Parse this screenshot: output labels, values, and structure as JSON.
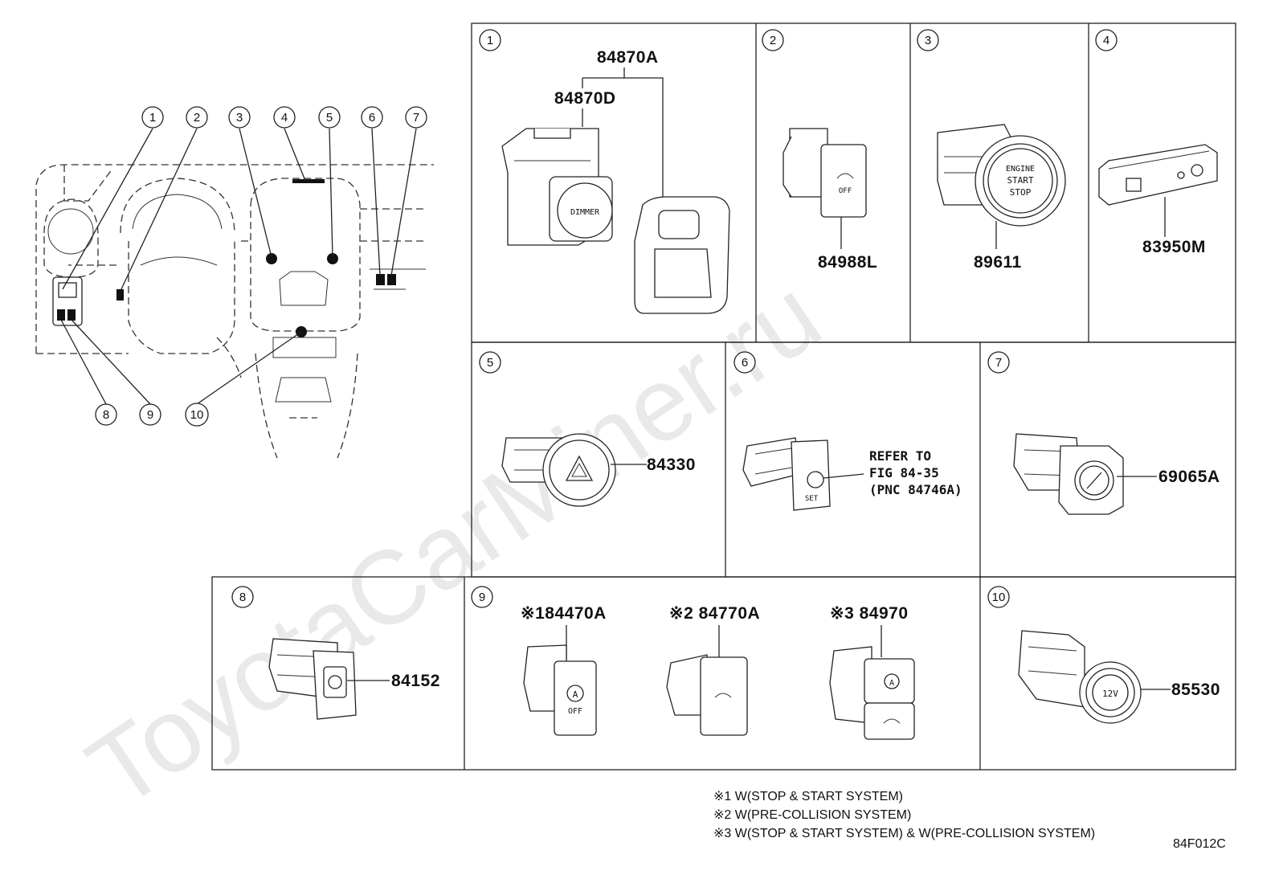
{
  "watermark": "ToyotaCarMiner.ru",
  "overview": {
    "callouts": [
      "1",
      "2",
      "3",
      "4",
      "5",
      "6",
      "7",
      "8",
      "9",
      "10"
    ]
  },
  "panels": [
    {
      "index": "1",
      "parts": [
        "84870A",
        "84870D"
      ]
    },
    {
      "index": "2",
      "parts": [
        "84988L"
      ]
    },
    {
      "index": "3",
      "parts": [
        "89611"
      ]
    },
    {
      "index": "4",
      "parts": [
        "83950M"
      ]
    },
    {
      "index": "5",
      "parts": [
        "84330"
      ]
    },
    {
      "index": "6",
      "parts": [],
      "refer_lines": [
        "REFER TO",
        "FIG 84-35",
        "(PNC 84746A)"
      ]
    },
    {
      "index": "7",
      "parts": [
        "69065A"
      ]
    },
    {
      "index": "8",
      "parts": [
        "84152"
      ]
    },
    {
      "index": "9",
      "parts": [
        "※184470A",
        "※2 84770A",
        "※3 84970"
      ]
    },
    {
      "index": "10",
      "parts": [
        "85530"
      ]
    }
  ],
  "part_labels": {
    "switch_text_1": "DIMMER",
    "push_start": [
      "ENGINE",
      "START",
      "STOP"
    ],
    "socket": "12V",
    "off": "OFF"
  },
  "notes": [
    "※1 W(STOP & START SYSTEM)",
    "※2 W(PRE-COLLISION SYSTEM)",
    "※3 W(STOP & START SYSTEM) & W(PRE-COLLISION SYSTEM)"
  ],
  "figure_code": "84F012C"
}
